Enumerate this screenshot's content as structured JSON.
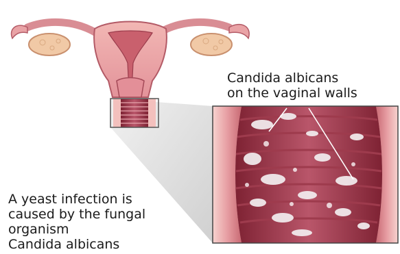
{
  "labels": {
    "callout": [
      "Candida albicans",
      "on the vaginal walls"
    ],
    "caption": [
      "A yeast infection is",
      "caused by the fungal",
      "organism",
      "Candida albicans"
    ]
  },
  "colors": {
    "tissue": "#e9a3a6",
    "tissue_dark": "#c9606d",
    "tissue_light": "#f5c9c4",
    "ovary": "#f1c9a6",
    "canal_deep": "#8c2a3b",
    "canal_mid": "#b14a5a",
    "fungus": "#f3eef0",
    "outline": "#a44a58",
    "frame": "#444444",
    "funnel": "#d9d9d9"
  }
}
